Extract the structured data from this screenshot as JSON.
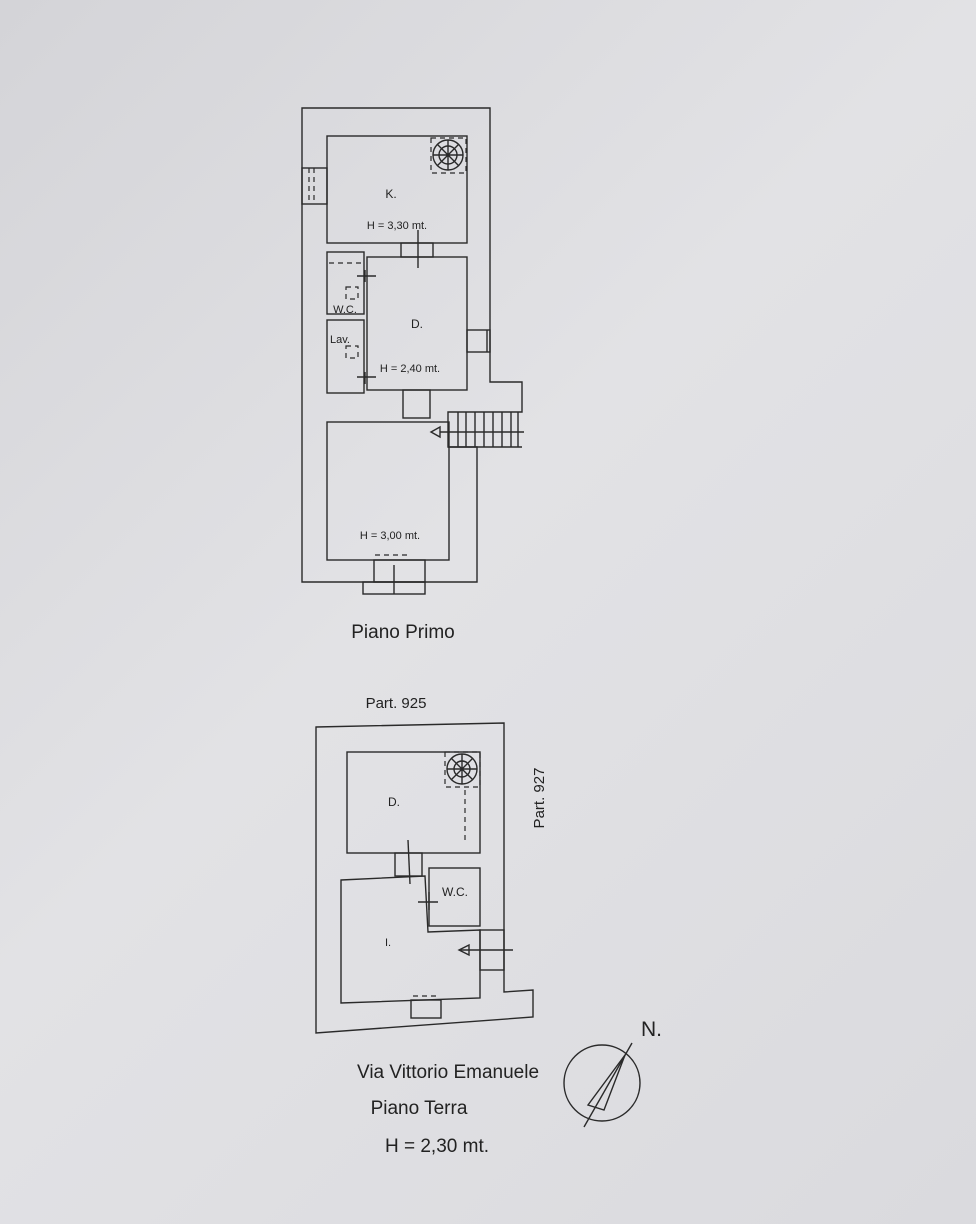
{
  "first_floor": {
    "title": "Piano Primo",
    "rooms": {
      "kitchen": {
        "label": "K.",
        "height": "H = 3,30 mt."
      },
      "wc": {
        "label": "W.C."
      },
      "laundry": {
        "label": "Lav."
      },
      "bedroom": {
        "label": "D.",
        "height": "H = 2,40 mt."
      },
      "lower_room": {
        "height": "H = 3,00 mt."
      }
    }
  },
  "ground_floor": {
    "title": "Piano Terra",
    "height": "H = 2,30 mt.",
    "street": "Via Vittorio Emanuele",
    "parcel_top": "Part. 925",
    "parcel_right": "Part. 927",
    "rooms": {
      "bedroom": {
        "label": "D."
      },
      "wc": {
        "label": "W.C."
      },
      "entrance": {
        "label": "I."
      }
    }
  },
  "compass": {
    "label": "N."
  }
}
